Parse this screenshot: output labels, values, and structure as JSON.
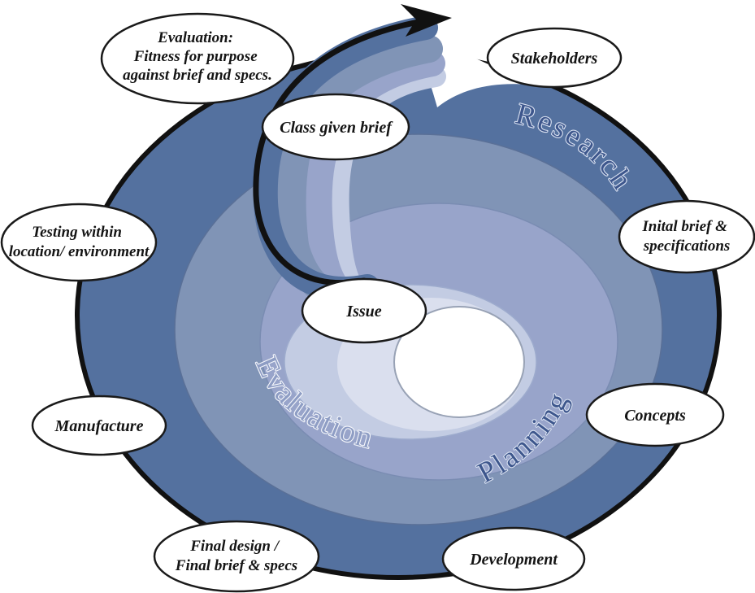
{
  "diagram": {
    "type": "spiral-process-diagram",
    "phase_labels": {
      "research": "Research",
      "planning": "Planning",
      "evaluation": "Evaluation"
    },
    "bubbles": {
      "evaluation_fitness": {
        "lines": [
          "Evaluation:",
          "Fitness for purpose",
          "against brief and specs."
        ]
      },
      "stakeholders": {
        "lines": [
          "Stakeholders"
        ]
      },
      "class_given_brief": {
        "lines": [
          "Class given brief"
        ]
      },
      "initial_brief": {
        "lines": [
          "Inital brief &",
          "specifications"
        ]
      },
      "testing": {
        "lines": [
          "Testing within",
          "location/ environment"
        ]
      },
      "issue": {
        "lines": [
          "Issue"
        ]
      },
      "concepts": {
        "lines": [
          "Concepts"
        ]
      },
      "manufacture": {
        "lines": [
          "Manufacture"
        ]
      },
      "final_design": {
        "lines": [
          "Final design /",
          "Final brief & specs"
        ]
      },
      "development": {
        "lines": [
          "Development"
        ]
      }
    },
    "palette": {
      "band_dark": "#54719f",
      "band_slate": "#8094b6",
      "band_periwinkle": "#98a4ca",
      "band_pale": "#c3cce3",
      "band_pale_inner": "#dadfee",
      "leading_edge": "#111111",
      "phase_text_dark": "#3d568c",
      "phase_text_light": "#8e9dc4",
      "bubble_fill": "#ffffff",
      "bubble_outline": "#1a1a1a",
      "background": "#ffffff"
    }
  }
}
